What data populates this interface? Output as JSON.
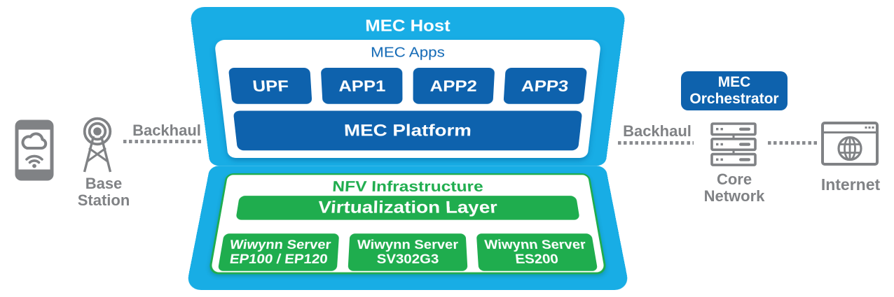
{
  "palette": {
    "cyan": "#18ADE5",
    "dark_blue": "#0E62AD",
    "green": "#1FAD4E",
    "gray": "#808285",
    "apps_title_blue": "#1068B5"
  },
  "left": {
    "device_icon": "smartphone-cloud-wifi-icon",
    "base_station_icon": "antenna-tower-icon",
    "base_station": {
      "line1": "Base",
      "line2": "Station"
    },
    "backhaul_label": "Backhaul"
  },
  "mec_host": {
    "title": "MEC Host",
    "apps_panel": {
      "title": "MEC Apps",
      "boxes": [
        "UPF",
        "APP1",
        "APP2",
        "APP3"
      ],
      "platform_label": "MEC Platform"
    },
    "nfv_panel": {
      "title": "NFV Infrastructure",
      "virtualization_label": "Virtualization Layer",
      "servers": [
        {
          "line1": "Wiwynn Server",
          "line2": "EP100 / EP120"
        },
        {
          "line1": "Wiwynn Server",
          "line2": "SV302G3"
        },
        {
          "line1": "Wiwynn Server",
          "line2": "ES200"
        }
      ]
    }
  },
  "right": {
    "orchestrator": {
      "line1": "MEC",
      "line2": "Orchestrator"
    },
    "backhaul_label": "Backhaul",
    "core_network_icon": "server-stack-icon",
    "core_network": {
      "line1": "Core",
      "line2": "Network"
    },
    "internet_icon": "browser-globe-icon",
    "internet_label": "Internet"
  }
}
